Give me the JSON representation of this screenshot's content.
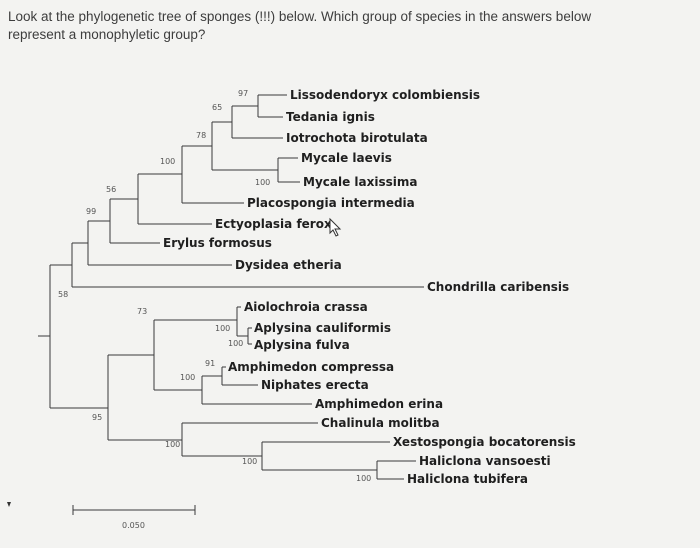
{
  "question": {
    "line1": "Look at the phylogenetic tree of sponges (!!!) below. Which group of species in the answers below",
    "line2": "represent a monophyletic group?"
  },
  "tree": {
    "taxa": [
      {
        "id": "t1",
        "label": "Lissodendoryx colombiensis"
      },
      {
        "id": "t2",
        "label": "Tedania ignis"
      },
      {
        "id": "t3",
        "label": "Iotrochota birotulata"
      },
      {
        "id": "t4",
        "label": "Mycale laevis"
      },
      {
        "id": "t5",
        "label": "Mycale laxissima"
      },
      {
        "id": "t6",
        "label": "Placospongia intermedia"
      },
      {
        "id": "t7",
        "label": "Ectyoplasia ferox"
      },
      {
        "id": "t8",
        "label": "Erylus formosus"
      },
      {
        "id": "t9",
        "label": "Dysidea etheria"
      },
      {
        "id": "t10",
        "label": "Chondrilla caribensis"
      },
      {
        "id": "t11",
        "label": "Aiolochroia crassa"
      },
      {
        "id": "t12",
        "label": "Aplysina cauliformis"
      },
      {
        "id": "t13",
        "label": "Aplysina fulva"
      },
      {
        "id": "t14",
        "label": "Amphimedon compressa"
      },
      {
        "id": "t15",
        "label": "Niphates erecta"
      },
      {
        "id": "t16",
        "label": "Amphimedon erina"
      },
      {
        "id": "t17",
        "label": "Chalinula molitba"
      },
      {
        "id": "t18",
        "label": "Xestospongia bocatorensis"
      },
      {
        "id": "t19",
        "label": "Haliclona vansoesti"
      },
      {
        "id": "t20",
        "label": "Haliclona tubifera"
      }
    ],
    "bootstrap": [
      "97",
      "65",
      "78",
      "100",
      "100",
      "56",
      "99",
      "58",
      "73",
      "100",
      "100",
      "91",
      "100",
      "95",
      "100",
      "100",
      "100"
    ],
    "scale_label": "0.050"
  }
}
